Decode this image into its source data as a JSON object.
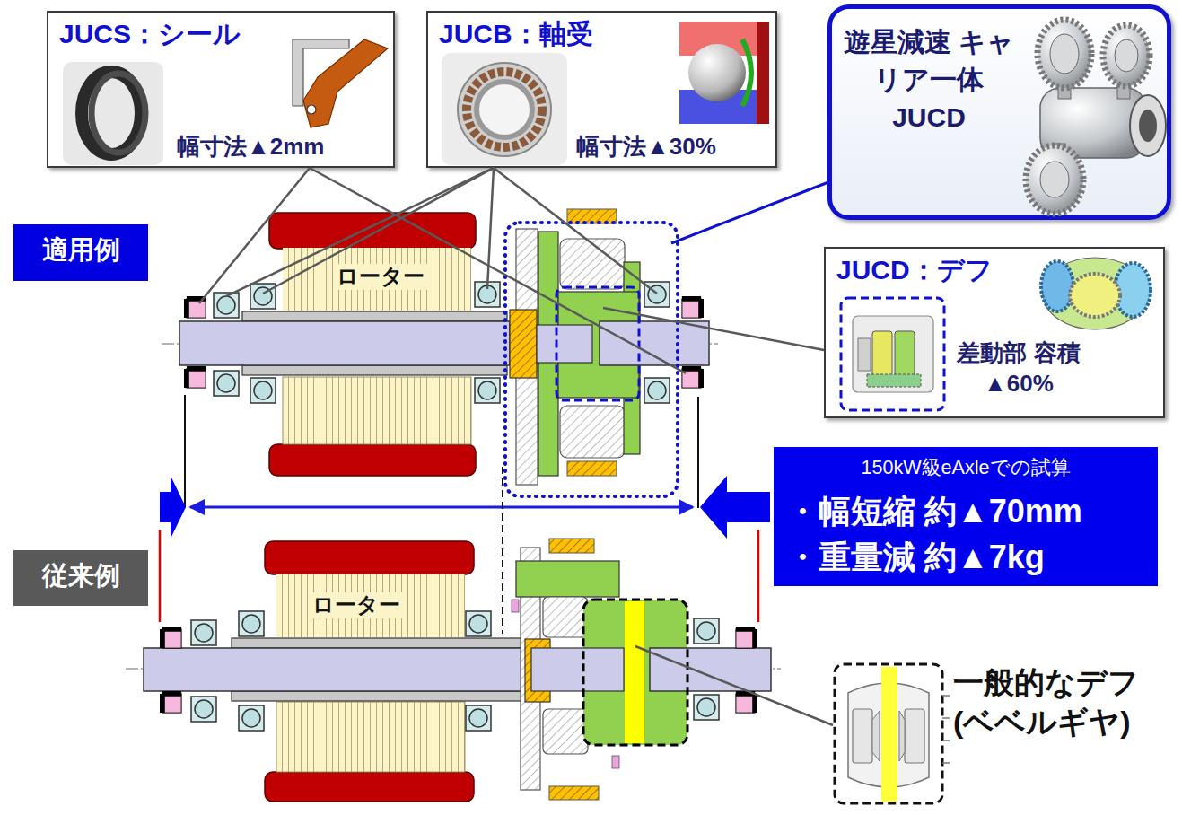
{
  "diagram": {
    "nodes": [
      {
        "text": [
          "JUCS：シール",
          "幅寸法▲2mm"
        ]
      },
      {
        "text": [
          "JUCB：軸受",
          "幅寸法▲30%"
        ]
      },
      {
        "text": [
          "遊星減速 キャリア一体 JUCD"
        ]
      },
      {
        "text": [
          "適用例"
        ]
      },
      {
        "text": [
          "ローター"
        ]
      },
      {
        "text": [
          "JUCD：デフ",
          "差動部 容積▲60%"
        ]
      },
      {
        "text": [
          "150kW級eAxleでの試算",
          "・幅短縮 約▲70mm",
          "・重量減 約▲7kg"
        ]
      },
      {
        "text": [
          "従来例"
        ]
      },
      {
        "text": [
          "ローター"
        ]
      }
    ],
    "labels": [
      "一般的なデフ (ベベルギヤ)"
    ]
  }
}
